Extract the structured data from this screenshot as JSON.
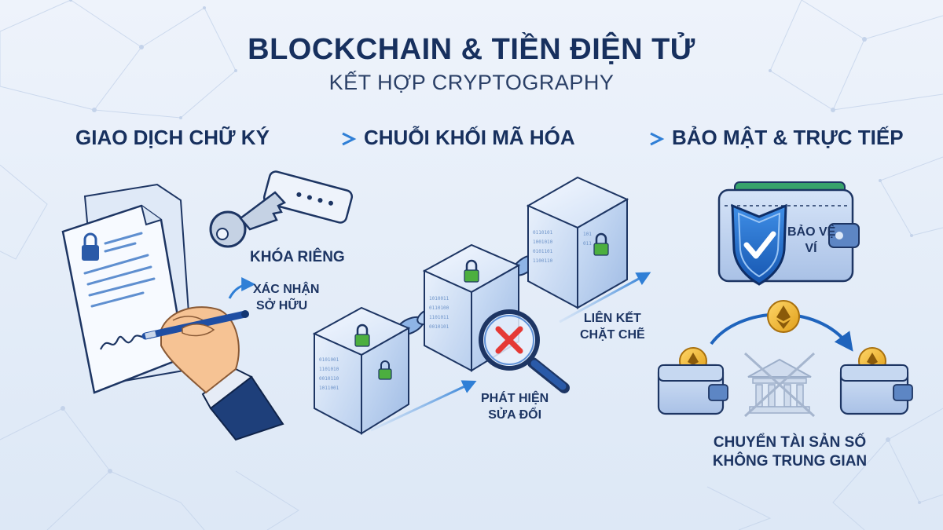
{
  "header": {
    "title": "BLOCKCHAIN & TIỀN ĐIỆN TỬ",
    "subtitle": "KẾT HỢP CRYPTOGRAPHY"
  },
  "stages": [
    {
      "label": "GIAO DỊCH CHỮ KÝ"
    },
    {
      "label": "CHUỖI KHỐI MÃ HÓA"
    },
    {
      "label": "BẢO MẬT & TRỰC TIẾP"
    }
  ],
  "signature_section": {
    "key_label": "KHÓA RIÊNG",
    "confirm_label_line1": "XÁC NHẬN",
    "confirm_label_line2": "SỞ HỮU"
  },
  "chain_section": {
    "detect_label_line1": "PHÁT HIỆN",
    "detect_label_line2": "SỬA ĐỔI",
    "link_label_line1": "LIÊN KẾT",
    "link_label_line2": "CHẶT CHẼ"
  },
  "security_section": {
    "wallet_label_line1": "BẢO VỆ",
    "wallet_label_line2": "VÍ",
    "transfer_label_line1": "CHUYỂN TÀI SẢN SỐ",
    "transfer_label_line2": "KHÔNG TRUNG GIAN"
  },
  "colors": {
    "primary": "#17305e",
    "accent": "#2f7fd6",
    "lock_green": "#4caf3f",
    "gold": "#f2b630",
    "alert_red": "#e53935"
  }
}
